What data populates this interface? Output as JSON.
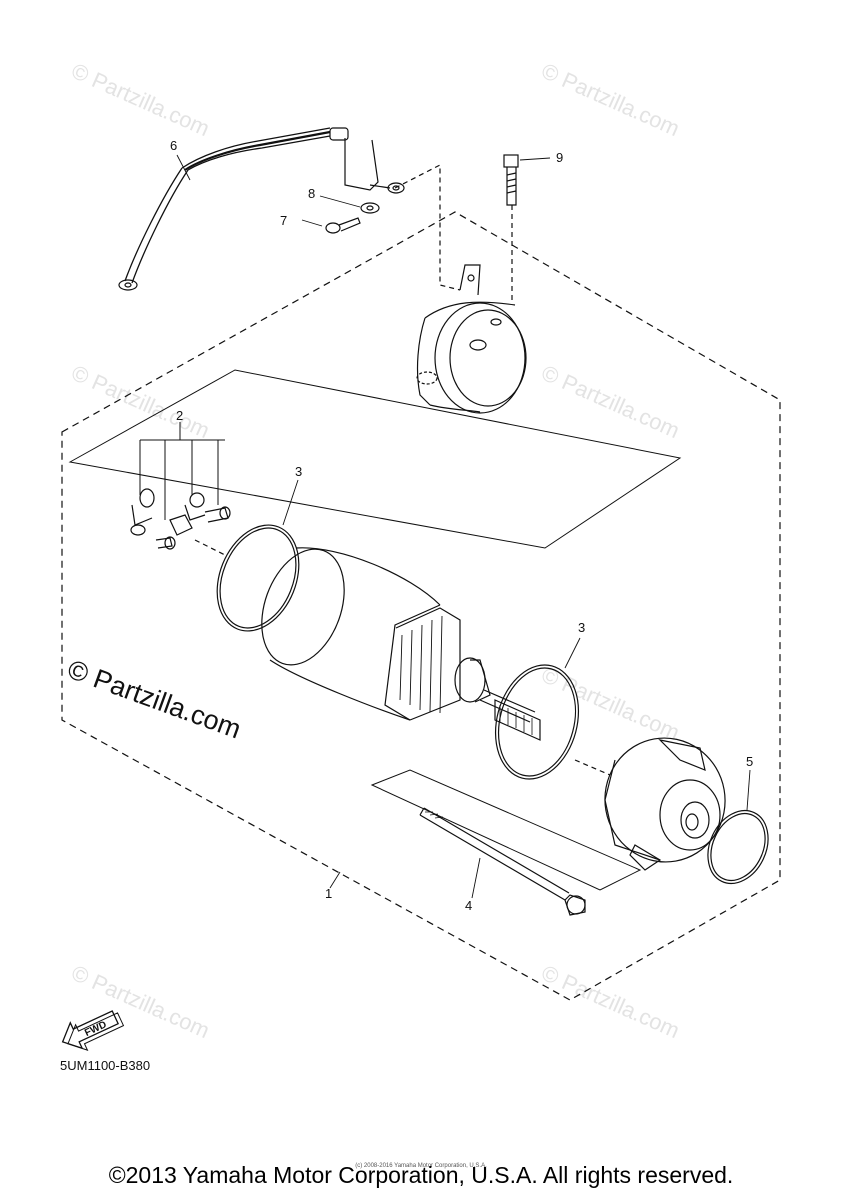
{
  "watermarks": [
    "© Partzilla.com",
    "© Partzilla.com",
    "© Partzilla.com",
    "© Partzilla.com",
    "© Partzilla.com",
    "© Partzilla.com",
    "© Partzilla.com",
    "© Partzilla.com"
  ],
  "main_watermark": "© Partzilla.com",
  "callouts": {
    "c1": "1",
    "c2": "2",
    "c3a": "3",
    "c3b": "3",
    "c4": "4",
    "c5": "5",
    "c6": "6",
    "c7": "7",
    "c8": "8",
    "c9": "9"
  },
  "fwd_label": "FWD",
  "diagram_code": "5UM1100-B380",
  "small_print": "(c) 2008-2016 Yamaha Motor Corporation, U.S.A.",
  "copyright": "©2013 Yamaha Motor Corporation, U.S.A. All rights reserved."
}
